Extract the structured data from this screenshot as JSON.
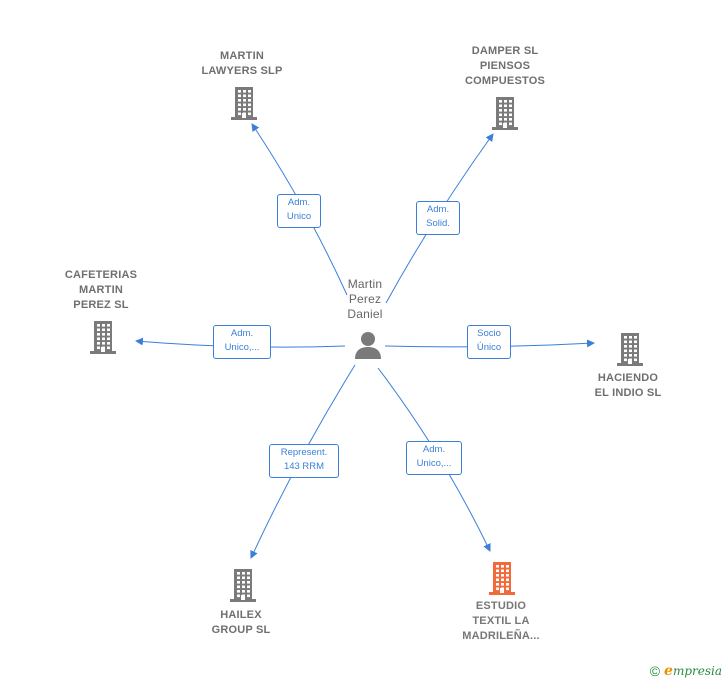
{
  "center": {
    "name": "Martin\nPerez\nDaniel",
    "icon": "person-icon"
  },
  "companies": [
    {
      "id": "martin-lawyers",
      "name": "MARTIN\nLAWYERS  SLP",
      "icon": "building-icon",
      "color": "#7a7a7a"
    },
    {
      "id": "damper",
      "name": "DAMPER SL\nPIENSOS\nCOMPUESTOS",
      "icon": "building-icon",
      "color": "#7a7a7a"
    },
    {
      "id": "cafeterias",
      "name": "CAFETERIAS\nMARTIN\nPEREZ  SL",
      "icon": "building-icon",
      "color": "#7a7a7a"
    },
    {
      "id": "haciendo",
      "name": "HACIENDO\nEL INDIO  SL",
      "icon": "building-icon",
      "color": "#7a7a7a"
    },
    {
      "id": "hailex",
      "name": "HAILEX\nGROUP  SL",
      "icon": "building-icon",
      "color": "#7a7a7a"
    },
    {
      "id": "estudio",
      "name": "ESTUDIO\nTEXTIL LA\nMADRILEÑA...",
      "icon": "building-icon",
      "color": "#f26a3a"
    }
  ],
  "relations": [
    {
      "to": "martin-lawyers",
      "label": "Adm.\nUnico"
    },
    {
      "to": "damper",
      "label": "Adm.\nSolid."
    },
    {
      "to": "cafeterias",
      "label": "Adm.\nUnico,..."
    },
    {
      "to": "haciendo",
      "label": "Socio\nÚnico"
    },
    {
      "to": "hailex",
      "label": "Represent.\n143 RRM"
    },
    {
      "to": "estudio",
      "label": "Adm.\nUnico,..."
    }
  ],
  "colors": {
    "edge": "#3b7fd9",
    "building": "#7a7a7a",
    "highlight": "#f26a3a",
    "person": "#7a7a7a"
  },
  "footer": {
    "copyright": "©",
    "brand_first": "e",
    "brand_rest": "mpresia"
  }
}
